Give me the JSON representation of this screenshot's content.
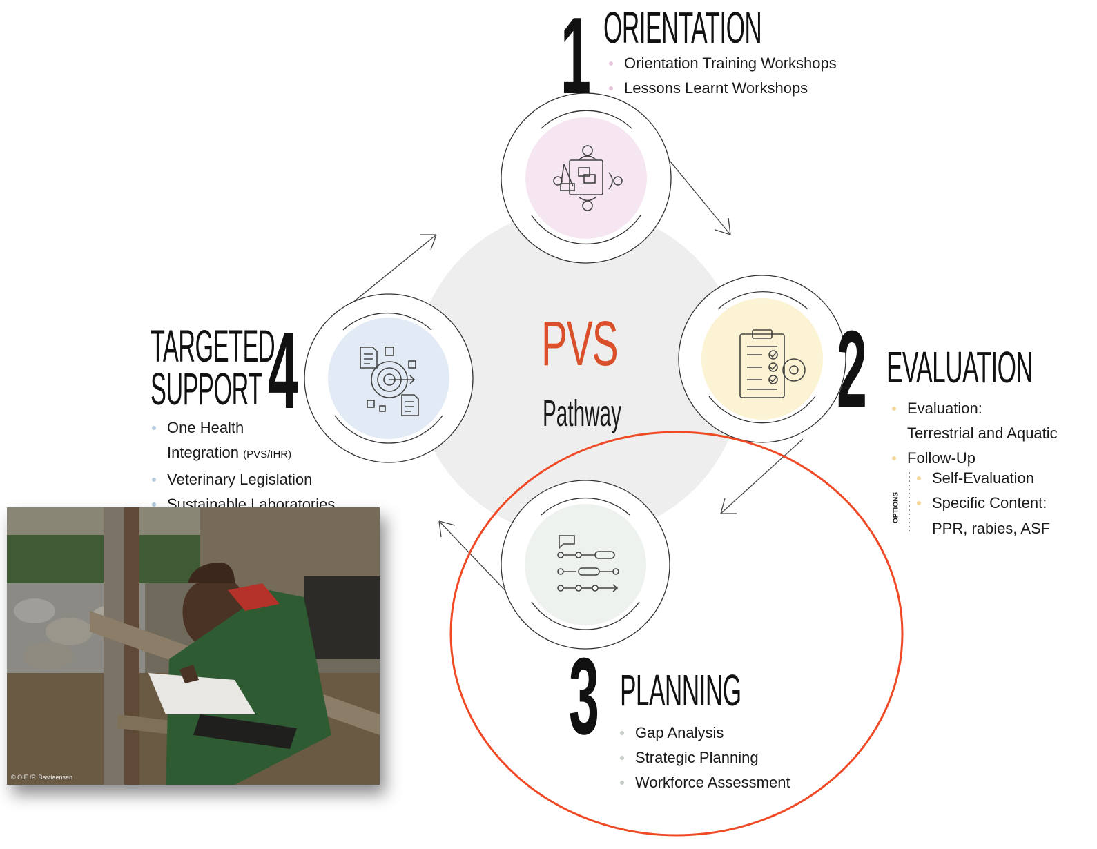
{
  "center": {
    "title": "PVS",
    "subtitle": "Pathway"
  },
  "colors": {
    "accent": "#d9502a",
    "highlight_ring": "#ef4a25",
    "center_disc": "#eeeeee",
    "orientation_disc": "#f6e6f1",
    "evaluation_disc": "#fbf3d3",
    "planning_disc": "#eef2ee",
    "targeted_disc": "#e2ebf5"
  },
  "stages": {
    "orientation": {
      "number": "1",
      "title": "ORIENTATION",
      "icon": "team-meeting-icon",
      "items": [
        "Orientation Training Workshops",
        "Lessons Learnt Workshops"
      ]
    },
    "evaluation": {
      "number": "2",
      "title": "EVALUATION",
      "icon": "checklist-gear-icon",
      "item1_line1": "Evaluation:",
      "item1_line2": "Terrestrial and Aquatic",
      "item2": "Follow-Up",
      "options_label": "OPTIONS",
      "options": [
        "Self-Evaluation",
        "Specific Content:"
      ],
      "options_line3": "PPR, rabies, ASF"
    },
    "planning": {
      "number": "3",
      "title": "PLANNING",
      "icon": "process-flow-icon",
      "items": [
        "Gap Analysis",
        "Strategic Planning",
        "Workforce Assessment"
      ]
    },
    "targeted": {
      "number": "4",
      "title_line1": "TARGETED",
      "title_line2": "SUPPORT",
      "icon": "target-documents-icon",
      "item1_line1": "One Health",
      "item1_line2": "Integration",
      "item1_suffix": "(PVS/IHR)",
      "item2": "Veterinary Legislation",
      "item3": "Sustainable Laboratories"
    }
  },
  "photo": {
    "credit": "© OIE /P. Bastiaensen",
    "subject": "veterinary-worker-photo"
  }
}
